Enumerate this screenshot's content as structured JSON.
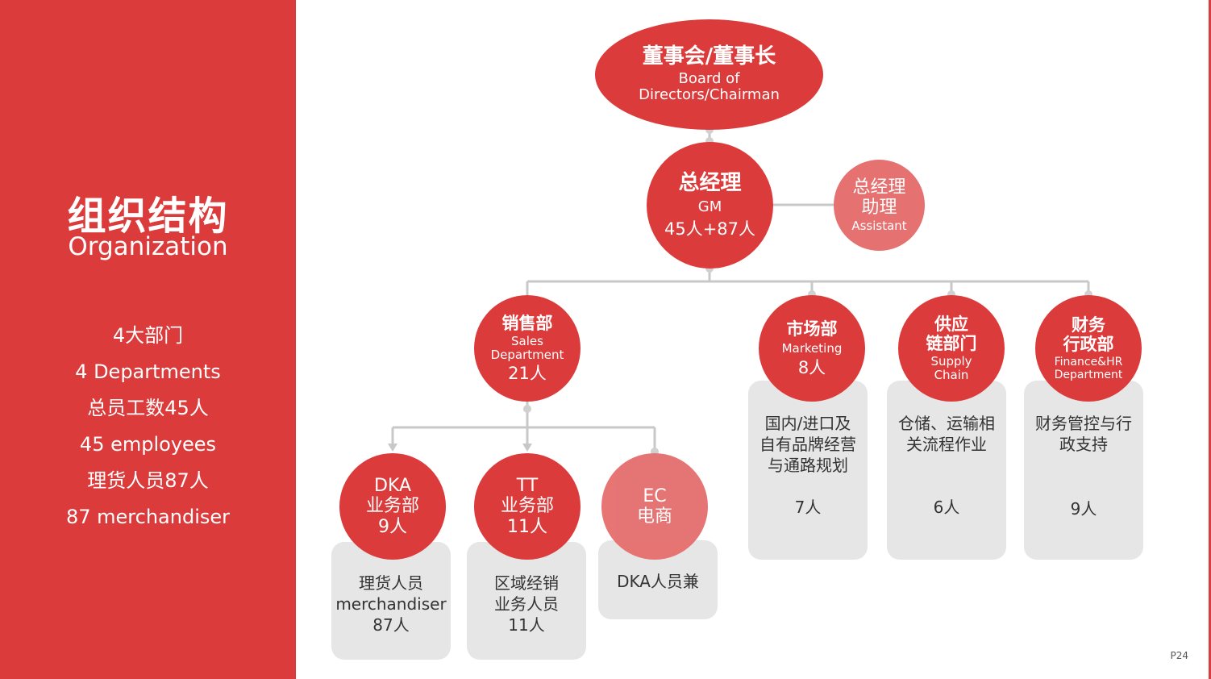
{
  "sidebar": {
    "title": "组织结构",
    "subtitle": "Organization",
    "stats": [
      "4大部门",
      "4 Departments",
      "总员工数45人",
      "45 employees",
      "理货人员87人",
      "87 merchandiser"
    ]
  },
  "board": {
    "zh": "董事会/董事长",
    "en1": "Board of",
    "en2": "Directors/Chairman"
  },
  "gm": {
    "zh": "总经理",
    "en": "GM",
    "count": "45人+87人"
  },
  "assistant": {
    "zh1": "总经理",
    "zh2": "助理",
    "en": "Assistant"
  },
  "sales": {
    "zh": "销售部",
    "en1": "Sales",
    "en2": "Department",
    "count": "21人"
  },
  "marketing": {
    "zh": "市场部",
    "en": "Marketing",
    "count": "8人",
    "desc": [
      "国内/进口及",
      "自有品牌经营",
      "与通路规划"
    ],
    "staff": "7人"
  },
  "supply": {
    "zh1": "供应",
    "zh2": "链部门",
    "en1": "Supply",
    "en2": "Chain",
    "desc": [
      "仓储、运输相",
      "关流程作业"
    ],
    "staff": "6人"
  },
  "finance": {
    "zh1": "财务",
    "zh2": "行政部",
    "en1": "Finance&HR",
    "en2": "Department",
    "desc": [
      "财务管控与行",
      "政支持"
    ],
    "staff": "9人"
  },
  "dka": {
    "l1": "DKA",
    "l2": "业务部",
    "l3": "9人",
    "desc": [
      "理货人员",
      "merchandiser",
      "87人"
    ]
  },
  "tt": {
    "l1": "TT",
    "l2": "业务部",
    "l3": "11人",
    "desc": [
      "区域经销",
      "业务人员",
      "11人"
    ]
  },
  "ec": {
    "l1": "EC",
    "l2": "电商",
    "desc": "DKA人员兼"
  },
  "colors": {
    "primary": "#dc3b3b",
    "light": "#e57170",
    "card": "#e6e6e6",
    "connector": "#c8c8c8"
  },
  "page_number": "P24"
}
